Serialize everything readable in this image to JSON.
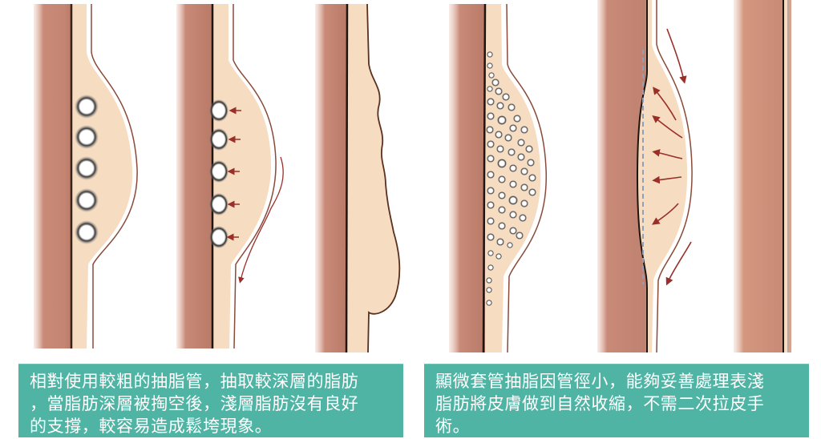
{
  "colors": {
    "muscle": "#c98a78",
    "muscle_light": "#d9a08c",
    "fat": "#f6dcc0",
    "skin_line": "#3a2018",
    "arrow": "#9a2f2a",
    "caption_bg": "#4fb4a4",
    "caption_text": "#ffffff",
    "dashed_line": "#8fa0b8"
  },
  "panels": [
    {
      "id": "thick-cannula",
      "label": "Thick cannula removing deep fat layer",
      "holes": 5
    },
    {
      "id": "deep-emptied",
      "label": "Deep layer emptied, skin sagging with arrows",
      "holes": 5
    },
    {
      "id": "sagging-result",
      "label": "Uneven sagging contour result"
    },
    {
      "id": "micro-cannula",
      "label": "Micro-cannula many small holes"
    },
    {
      "id": "skin-contraction",
      "label": "Skin contracting naturally with arrows"
    },
    {
      "id": "flat-result",
      "label": "Flat result"
    }
  ],
  "captions": {
    "left": {
      "line1": "相對使用較粗的抽脂管，抽取較深層的脂肪",
      "line2": "，當脂肪深層被掏空後，淺層脂肪沒有良好",
      "line3": "的支撐，較容易造成鬆垮現象。"
    },
    "right": {
      "line1": "顯微套管抽脂因管徑小，能夠妥善處理表淺",
      "line2": "脂肪將皮膚做到自然收縮，不需二次拉皮手",
      "line3": "術。"
    }
  }
}
